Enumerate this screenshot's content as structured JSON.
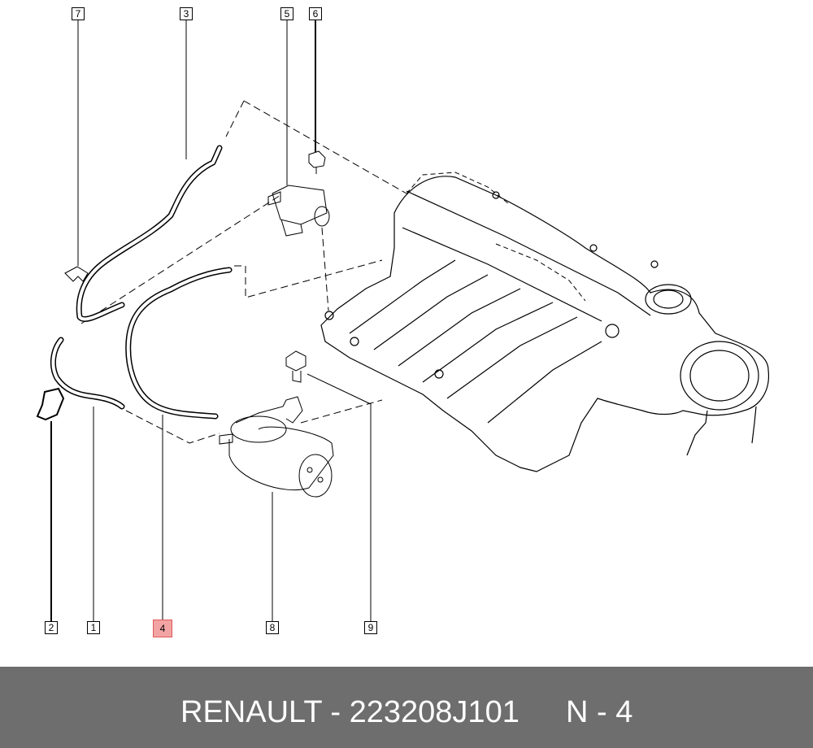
{
  "callouts": [
    {
      "id": "7",
      "highlighted": false
    },
    {
      "id": "3",
      "highlighted": false
    },
    {
      "id": "5",
      "highlighted": false
    },
    {
      "id": "6",
      "highlighted": false
    },
    {
      "id": "2",
      "highlighted": false
    },
    {
      "id": "1",
      "highlighted": false
    },
    {
      "id": "4",
      "highlighted": true
    },
    {
      "id": "8",
      "highlighted": false
    },
    {
      "id": "9",
      "highlighted": false
    }
  ],
  "colors": {
    "highlight_fill": "#f2a4a4",
    "highlight_border": "#e05858",
    "footer_bg": "#6e6e6e",
    "footer_text": "#ffffff"
  },
  "footer": {
    "part_text": "RENAULT - 223208J101",
    "ref_text": "N - 4"
  }
}
